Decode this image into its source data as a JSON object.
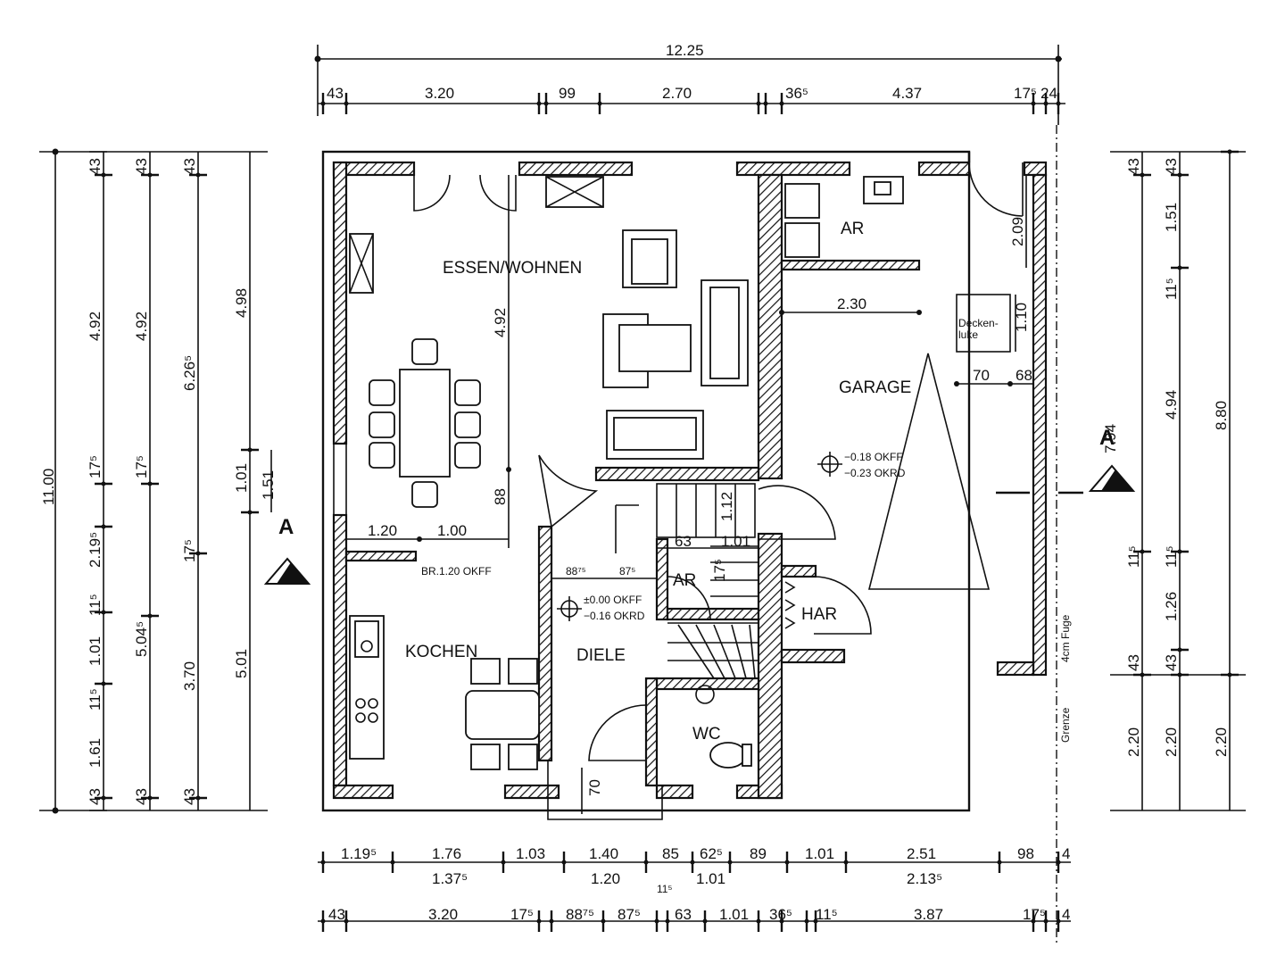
{
  "rooms": {
    "essen_wohnen": "ESSEN/WOHNEN",
    "ar_top": "AR",
    "garage": "GARAGE",
    "kochen": "KOCHEN",
    "diele": "DIELE",
    "ar_small": "AR",
    "har": "HAR",
    "wc": "WC"
  },
  "section_marker": "A",
  "labels": {
    "deckenluke": "Decken-\nluke",
    "fuge": "4cm Fuge",
    "grenze": "Grenze",
    "garage_level_1": "−0.18 OKFF",
    "garage_level_2": "−0.23 OKRD",
    "diele_level_1": "±0.00 OKFF",
    "diele_level_2": "−0.16 OKRD",
    "kitchen_sill": "BR.1.20 OKFF"
  },
  "dims": {
    "top_total": "12.25",
    "top_row": [
      "43",
      "3.20",
      "99",
      "2.70",
      "36⁵",
      "4.37",
      "17⁵",
      "24"
    ],
    "bottom_row1": [
      "1.19⁵",
      "1.76",
      "1.03",
      "1.40",
      "85",
      "62⁵",
      "89",
      "1.01",
      "2.51",
      "98",
      "4"
    ],
    "bottom_row1b": [
      "1.37⁵",
      "1.20",
      "1.01",
      "2.13⁵"
    ],
    "bottom_row2": [
      "43",
      "3.20",
      "17⁵",
      "88⁷⁵",
      "87⁵",
      "11⁵",
      "63",
      "1.01",
      "36⁵",
      "11⁵",
      "3.87",
      "17⁵",
      "4"
    ],
    "left_total": "11.00",
    "left_col1": [
      "43",
      "4.92",
      "17⁵",
      "2.19⁵",
      "11⁵",
      "1.01",
      "11⁵",
      "1.61",
      "43"
    ],
    "left_col2": [
      "43",
      "4.92",
      "17⁵",
      "5.04⁵",
      "43"
    ],
    "left_col3": [
      "43",
      "6.26⁵",
      "17⁵",
      "3.70",
      "43"
    ],
    "left_col4": [
      "4.98",
      "1.01",
      "5.01"
    ],
    "left_col5": [
      "1.51"
    ],
    "right_col1": [
      "43",
      "11⁵",
      "43",
      "2.20"
    ],
    "right_col2": [
      "43",
      "1.51",
      "11⁵",
      "4.94",
      "11⁵",
      "1.26",
      "43",
      "2.20"
    ],
    "right_col3": [
      "8.80",
      "2.20"
    ],
    "right_total": "7.94",
    "inner": {
      "wohnen_height": "4.92",
      "garage_width": "2.30",
      "garage_door_h": "2.09",
      "luke_h": "1.10",
      "luke_w1": "70",
      "luke_w2": "68",
      "kitchen_w1": "1.20",
      "kitchen_w2": "1.00",
      "wohnen_gap": "88",
      "stair_h": "1.12",
      "stair_w1": "63",
      "stair_w2": "1.01",
      "har_w": "17⁵",
      "diele_a": "88⁷⁵",
      "diele_b": "87⁵",
      "entry": "70"
    }
  }
}
